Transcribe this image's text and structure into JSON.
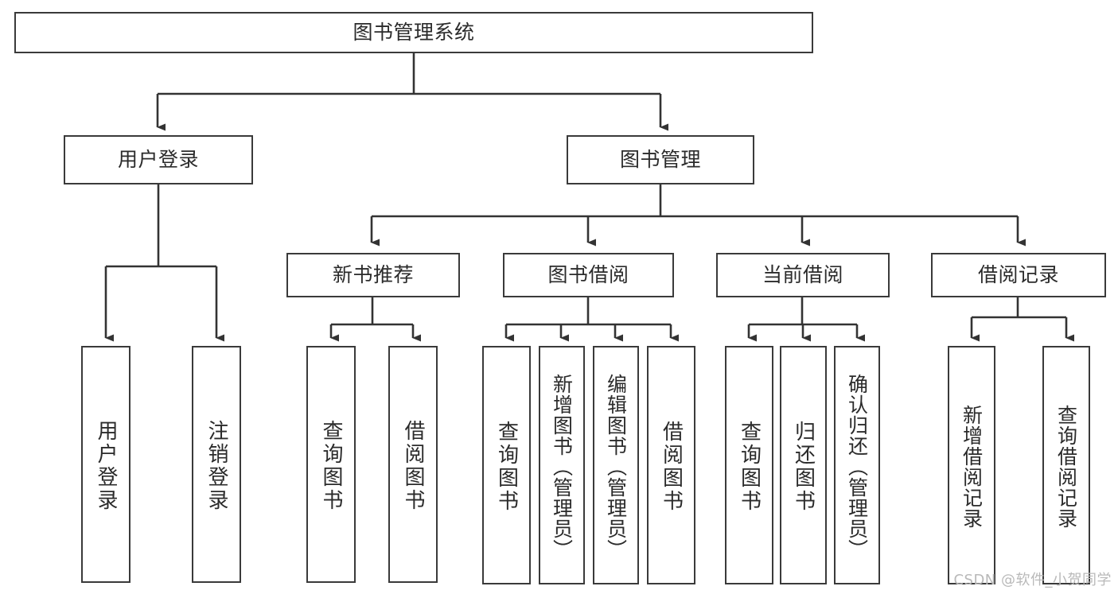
{
  "diagram": {
    "type": "tree-hierarchy",
    "title": "图书管理系统",
    "orientation": "top-down",
    "colors": {
      "box_border": "#3a3a3a",
      "box_fill": "#ffffff",
      "text": "#2b2b2b",
      "connector": "#333333",
      "watermark": "#b9b9b9",
      "background": "#ffffff"
    },
    "levels": [
      {
        "level": 1,
        "nodes": [
          {
            "id": "root",
            "label": "图书管理系统",
            "orientation": "horizontal"
          }
        ]
      },
      {
        "level": 2,
        "nodes": [
          {
            "id": "user-login",
            "label": "用户登录",
            "orientation": "horizontal",
            "parent": "root"
          },
          {
            "id": "book-manage",
            "label": "图书管理",
            "orientation": "horizontal",
            "parent": "root"
          }
        ]
      },
      {
        "level": 3,
        "nodes": [
          {
            "id": "new-book-rec",
            "label": "新书推荐",
            "orientation": "horizontal",
            "parent": "book-manage"
          },
          {
            "id": "book-borrow",
            "label": "图书借阅",
            "orientation": "horizontal",
            "parent": "book-manage"
          },
          {
            "id": "current-borrow",
            "label": "当前借阅",
            "orientation": "horizontal",
            "parent": "book-manage"
          },
          {
            "id": "borrow-record",
            "label": "借阅记录",
            "orientation": "horizontal",
            "parent": "book-manage"
          }
        ]
      },
      {
        "level": 4,
        "nodes": [
          {
            "id": "leaf-user-login",
            "label": "用户登录",
            "orientation": "vertical",
            "parent": "user-login"
          },
          {
            "id": "leaf-logout-login",
            "label": "注销登录",
            "orientation": "vertical",
            "parent": "user-login"
          },
          {
            "id": "leaf-query-book-1",
            "label": "查询图书",
            "orientation": "vertical",
            "parent": "new-book-rec"
          },
          {
            "id": "leaf-borrow-book-1",
            "label": "借阅图书",
            "orientation": "vertical",
            "parent": "new-book-rec"
          },
          {
            "id": "leaf-query-book-2",
            "label": "查询图书",
            "orientation": "vertical",
            "parent": "book-borrow"
          },
          {
            "id": "leaf-add-book",
            "label": "新增图书（管理员）",
            "orientation": "vertical",
            "parent": "book-borrow"
          },
          {
            "id": "leaf-edit-book",
            "label": "编辑图书（管理员）",
            "orientation": "vertical",
            "parent": "book-borrow"
          },
          {
            "id": "leaf-borrow-book-2",
            "label": "借阅图书",
            "orientation": "vertical",
            "parent": "book-borrow"
          },
          {
            "id": "leaf-query-book-3",
            "label": "查询图书",
            "orientation": "vertical",
            "parent": "current-borrow"
          },
          {
            "id": "leaf-return-book",
            "label": "归还图书",
            "orientation": "vertical",
            "parent": "current-borrow"
          },
          {
            "id": "leaf-confirm-return",
            "label": "确认归还（管理员）",
            "orientation": "vertical",
            "parent": "current-borrow"
          },
          {
            "id": "leaf-add-record",
            "label": "新增借阅记录",
            "orientation": "vertical",
            "parent": "borrow-record"
          },
          {
            "id": "leaf-query-record",
            "label": "查询借阅记录",
            "orientation": "vertical",
            "parent": "borrow-record"
          }
        ]
      }
    ]
  },
  "watermark": {
    "text": "CSDN @软件_小贺同学"
  }
}
